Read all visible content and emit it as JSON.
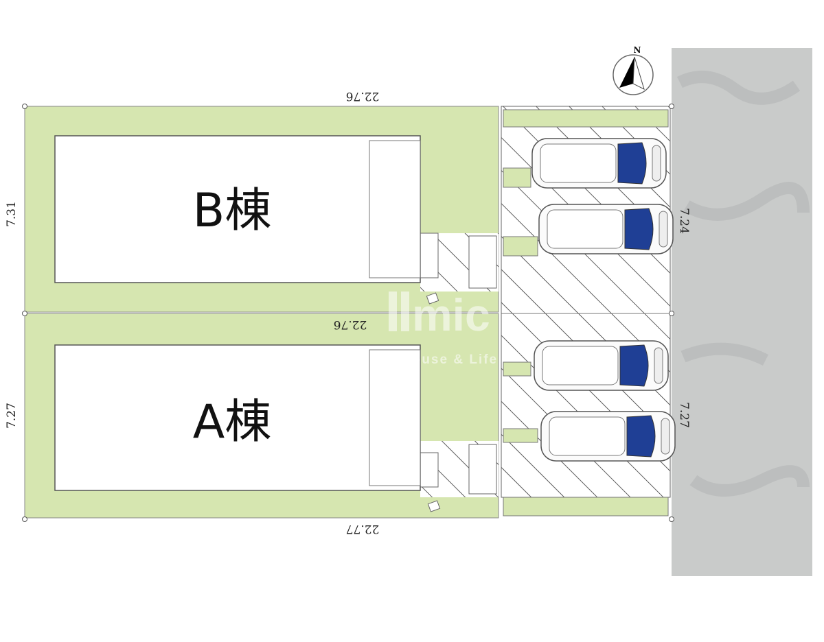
{
  "buildings": {
    "b": {
      "label": "B棟"
    },
    "a": {
      "label": "A棟"
    }
  },
  "dimensions": {
    "top": "22.76",
    "b_left": "7.31",
    "b_right": "7.24",
    "middle": "22.76",
    "a_left": "7.27",
    "a_right": "7.27",
    "bottom": "22.77"
  },
  "compass": {
    "label": "N"
  },
  "watermark": {
    "logo": "mic",
    "tagline": "House & Life"
  },
  "colors": {
    "lawn": "#d6e6b0",
    "road": "#c9cbca",
    "car_glass": "#1f3f95"
  }
}
